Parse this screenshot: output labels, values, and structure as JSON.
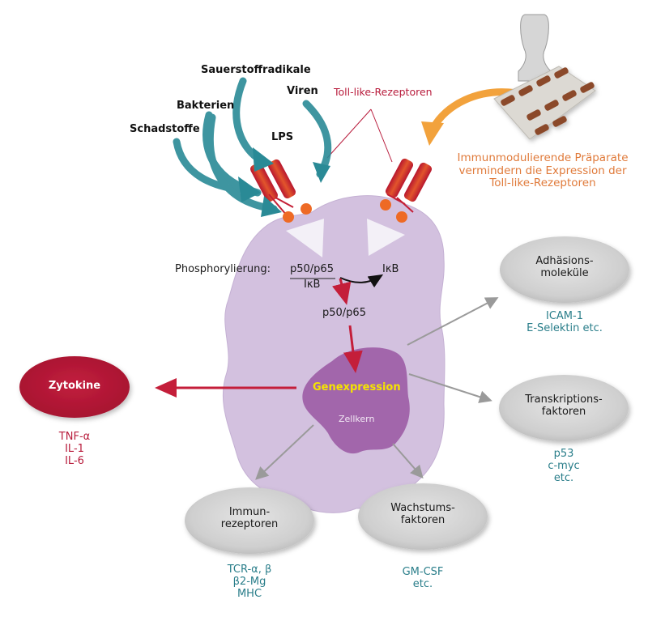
{
  "diagram": {
    "stimuli": {
      "sauerstoffradikale": "Sauerstoffradikale",
      "viren": "Viren",
      "bakterien": "Bakterien",
      "schadstoffe": "Schadstoffe",
      "lps": "LPS"
    },
    "toll_like_label": "Toll-like-Rezeptoren",
    "drug_note": {
      "line1": "Immunmodulierende Präparate",
      "line2": "vermindern die Expression der",
      "line3": "Toll-like-Rezeptoren"
    },
    "cell": {
      "phosphorylation_label": "Phosphorylierung:",
      "complex_top": "p50/p65",
      "complex_bottom": "IκB",
      "released": "IκB",
      "free_complex": "p50/p65",
      "nucleus_action": "Genexpression",
      "nucleus_label": "Zellkern"
    },
    "outputs": {
      "zytokine": {
        "title": "Zytokine",
        "items": [
          "TNF-α",
          "IL-1",
          "IL-6"
        ]
      },
      "adhaesion": {
        "title_line1": "Adhäsions-",
        "title_line2": "moleküle",
        "items": [
          "ICAM-1",
          "E-Selektin etc."
        ]
      },
      "transkription": {
        "title_line1": "Transkriptions-",
        "title_line2": "faktoren",
        "items": [
          "p53",
          "c-myc",
          "etc."
        ]
      },
      "immunrezeptoren": {
        "title_line1": "Immun-",
        "title_line2": "rezeptoren",
        "items": [
          "TCR-α, β",
          "β2-Mg",
          "MHC"
        ]
      },
      "wachstum": {
        "title_line1": "Wachstums-",
        "title_line2": "faktoren",
        "items": [
          "GM-CSF",
          "etc."
        ]
      }
    },
    "colors": {
      "cell": "#d3c1df",
      "nucleus": "#a266ab",
      "nucleus_text": "#f5e400",
      "receptor": "#c41e35",
      "receptor_ball": "#ee6a25",
      "stimulus_arrow": "#2a8a96",
      "drug_arrow": "#f2a23c",
      "cytokine": "#b9173a",
      "teal_text": "#2a7e8a",
      "gray_arrow": "#9a9a9a"
    }
  }
}
